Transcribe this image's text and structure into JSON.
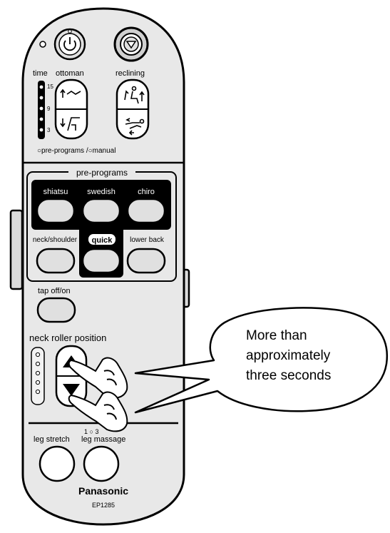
{
  "remote": {
    "top_labels": {
      "time": "time",
      "ottoman": "ottoman",
      "reclining": "reclining"
    },
    "time_marks": [
      "15",
      "9",
      "3"
    ],
    "mode_caption": "○pre-programs /○manual",
    "preprograms": {
      "title": "pre-programs",
      "buttons_row1": [
        "shiatsu",
        "swedish",
        "chiro"
      ],
      "buttons_row2": [
        "neck/shoulder",
        "quick",
        "lower back"
      ]
    },
    "tap_label": "tap off/on",
    "neck_roller_label": "neck roller position",
    "leg_mode_marks": "1 ○ 3",
    "leg_labels": [
      "leg stretch",
      "leg massage"
    ],
    "brand": "Panasonic",
    "model": "EP1285"
  },
  "callout": {
    "lines": [
      "More than",
      "approximately",
      "three seconds"
    ]
  }
}
